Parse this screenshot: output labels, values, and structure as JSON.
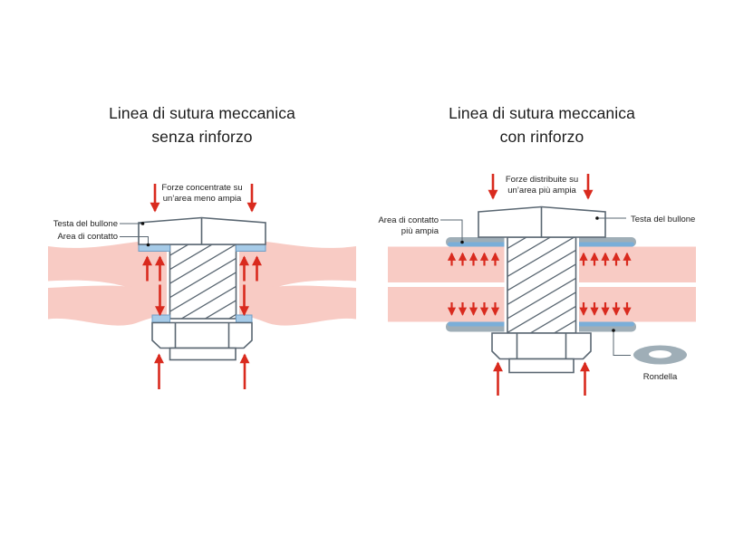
{
  "panels": {
    "left": {
      "title": "Linea di sutura meccanica\nsenza rinforzo",
      "force_label": "Forze concentrate su\nun’area meno ampia",
      "bolt_head_label": "Testa del bullone",
      "contact_label": "Area di contatto"
    },
    "right": {
      "title": "Linea di sutura meccanica\ncon rinforzo",
      "force_label": "Forze distribuite su\nun’area più ampia",
      "contact_label": "Area di contatto\npiù ampia",
      "bolt_head_label": "Testa del bullone",
      "washer_label": "Rondella"
    }
  },
  "icons": {
    "force_arrow": "red-force-arrow",
    "washer_illustration": "washer-ring"
  },
  "colors": {
    "background": "#ffffff",
    "plate_pink": "#f8cbc4",
    "arrow_red": "#d92a1e",
    "outline_slate": "#5a6772",
    "contact_strip_blue": "#a6cbe8",
    "contact_strip_border": "#6f9ec6",
    "washer_gray": "#9faeb7",
    "washer_blue": "#7aaed8",
    "text": "#222222"
  }
}
